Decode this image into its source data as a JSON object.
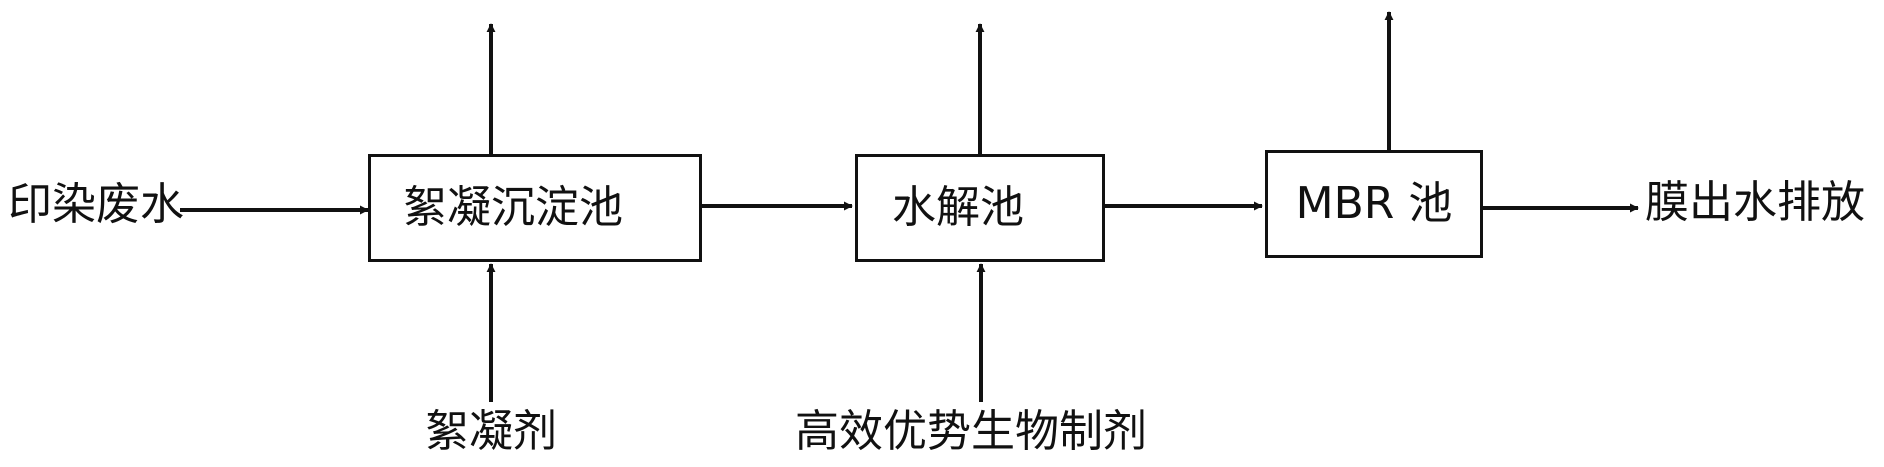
{
  "diagram": {
    "input_label": "印染废水",
    "output_label": "膜出水排放",
    "nodes": [
      {
        "id": "flocculation-tank",
        "label": "絮凝沉淀池"
      },
      {
        "id": "hydrolysis-tank",
        "label": "水解池"
      },
      {
        "id": "mbr-tank",
        "label": "MBR 池"
      }
    ],
    "additives": [
      {
        "target": "flocculation-tank",
        "label": "絮凝剂"
      },
      {
        "target": "hydrolysis-tank",
        "label": "高效优势生物制剂"
      }
    ]
  }
}
